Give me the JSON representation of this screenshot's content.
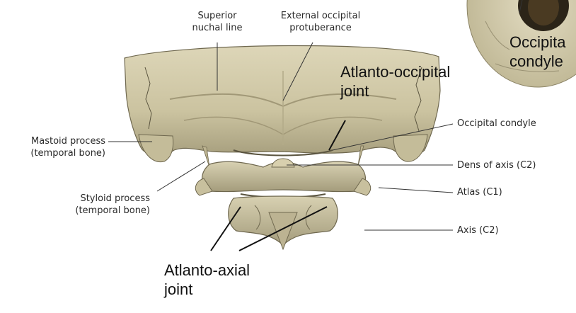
{
  "labels": {
    "superior_nuchal_line": [
      "Superior",
      "nuchal line"
    ],
    "external_occipital_protuberance": [
      "External occipital",
      "protuberance"
    ],
    "mastoid_process": [
      "Mastoid process",
      "(temporal bone)"
    ],
    "styloid_process": [
      "Styloid process",
      "(temporal bone)"
    ],
    "occipital_condyle": "Occipital condyle",
    "dens_of_axis": "Dens of axis (C2)",
    "atlas": "Atlas (C1)",
    "axis": "Axis (C2)"
  },
  "callouts": {
    "atlanto_occipital_joint": [
      "Atlanto-occipital",
      "joint"
    ],
    "atlanto_axial_joint": [
      "Atlanto-axial",
      "joint"
    ],
    "inset_occipital_condyle": [
      "Occipita",
      "condyle"
    ]
  },
  "colors": {
    "bone": "#cfc8a6",
    "bone_shadow": "#8c8466",
    "bone_dark": "#5a543f",
    "leader": "#333333"
  }
}
